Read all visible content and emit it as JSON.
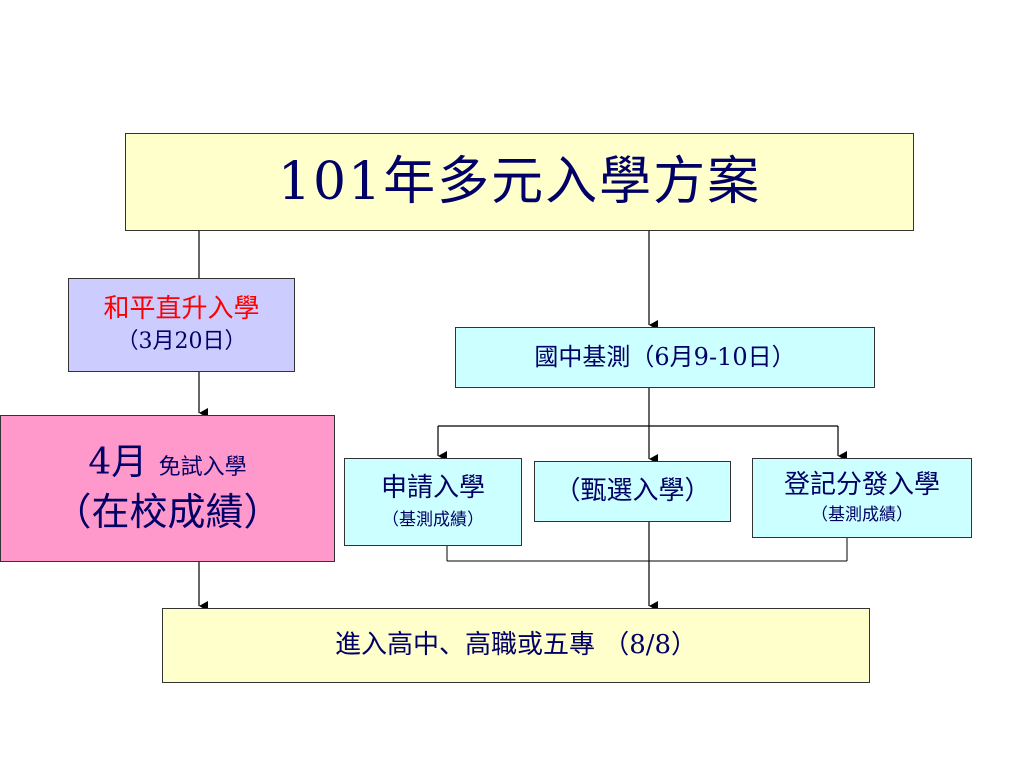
{
  "title": "101年多元入學方案",
  "direct": {
    "line1": "和平直升入學",
    "line2": "（3月20日）"
  },
  "exam": {
    "label": "國中基測（6月9-10日）"
  },
  "exempt": {
    "line1_main": "4月",
    "line1_small": "免試入學",
    "line2": "（在校成績）"
  },
  "apply": {
    "line1": "申請入學",
    "line2": "（基測成績）"
  },
  "select": {
    "label": "（甄選入學）"
  },
  "register": {
    "line1": "登記分發入學",
    "line2": "（基測成績）"
  },
  "enter": {
    "label": "進入高中、高職或五專 （8/8）"
  },
  "colors": {
    "text": "#000066",
    "highlight_text": "#ff0000",
    "yellow_fill": "#ffffcc",
    "cyan_fill": "#ccffff",
    "lavender_fill": "#ccccff",
    "pink_fill": "#ff99cc"
  }
}
